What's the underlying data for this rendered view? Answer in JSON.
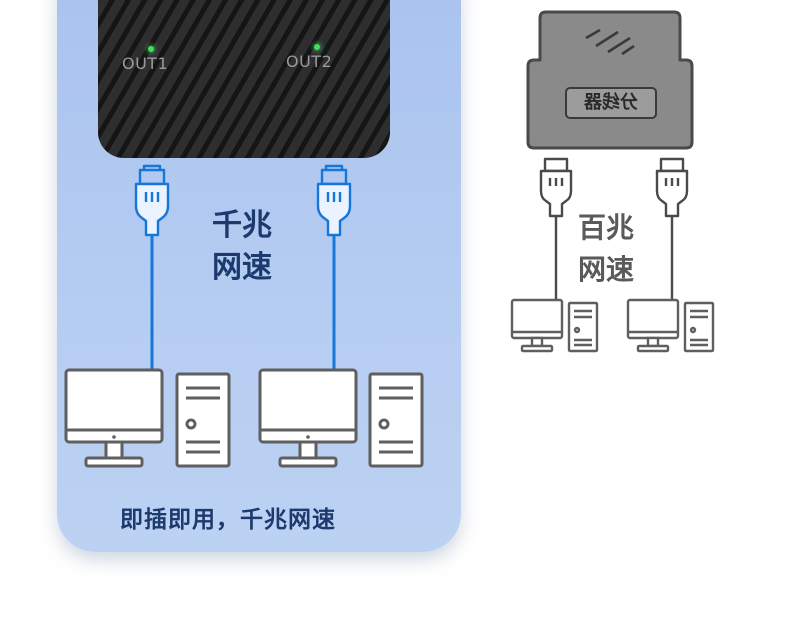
{
  "gigabit_panel": {
    "port1_label": "OUT1",
    "port2_label": "OUT2",
    "speed_line1": "千兆",
    "speed_line2": "网速",
    "footer": "即插即用，千兆网速"
  },
  "fast_ethernet": {
    "device_label": "分线器",
    "speed_line1": "百兆",
    "speed_line2": "网速"
  },
  "colors": {
    "panel_bg": "#b6cdf2",
    "gigabit_cable": "#1677d9",
    "device_dark": "#2e2e30",
    "led": "#3ee055",
    "caption_blue": "#1d3a6e",
    "gray_outline": "#5f5f5f"
  }
}
